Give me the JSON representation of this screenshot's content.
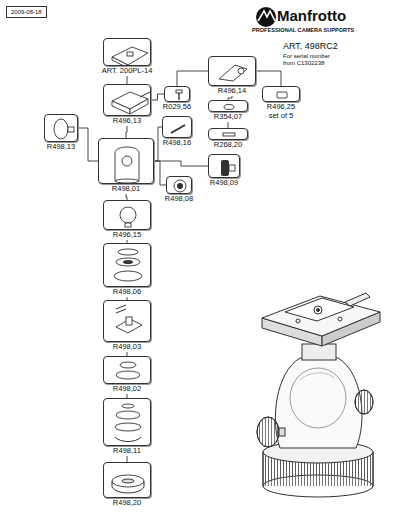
{
  "diagram": {
    "nodes": [
      {
        "text": [
          "2009-08-18"
        ]
      },
      {
        "text": [
          "ART. 200PL-14"
        ]
      },
      {
        "text": [
          "R496,13"
        ]
      },
      {
        "text": [
          "R029,56"
        ]
      },
      {
        "text": [
          "R496,14"
        ]
      },
      {
        "text": [
          "R354,07"
        ]
      },
      {
        "text": [
          "R268,20"
        ]
      },
      {
        "text": [
          "R496,25",
          "set of 5"
        ]
      },
      {
        "text": [
          "R498,16"
        ]
      },
      {
        "text": [
          "R498,13"
        ]
      },
      {
        "text": [
          "R498,01"
        ]
      },
      {
        "text": [
          "R498,09"
        ]
      },
      {
        "text": [
          "R498,08"
        ]
      },
      {
        "text": [
          "R496,15"
        ]
      },
      {
        "text": [
          "R498,06"
        ]
      },
      {
        "text": [
          "R498,03"
        ]
      },
      {
        "text": [
          "R498,02"
        ]
      },
      {
        "text": [
          "R498,11"
        ]
      },
      {
        "text": [
          "R498,20"
        ]
      }
    ],
    "edges": [
      {
        "from": 1,
        "to": 2,
        "arrow": "none"
      },
      {
        "from": 2,
        "to": 10,
        "arrow": "none"
      },
      {
        "from": 10,
        "to": 13,
        "arrow": "none"
      },
      {
        "from": 13,
        "to": 14,
        "arrow": "none"
      },
      {
        "from": 14,
        "to": 15,
        "arrow": "none"
      },
      {
        "from": 15,
        "to": 16,
        "arrow": "none"
      },
      {
        "from": 16,
        "to": 17,
        "arrow": "none"
      },
      {
        "from": 17,
        "to": 18,
        "arrow": "none"
      },
      {
        "from": 9,
        "to": 10,
        "arrow": "none"
      },
      {
        "from": 10,
        "to": 8,
        "arrow": "none"
      },
      {
        "from": 10,
        "to": 11,
        "arrow": "none"
      },
      {
        "from": 10,
        "to": 12,
        "arrow": "none"
      },
      {
        "from": 2,
        "to": 3,
        "arrow": "none"
      },
      {
        "from": 3,
        "to": 4,
        "arrow": "none"
      },
      {
        "from": 4,
        "to": 7,
        "arrow": "none"
      },
      {
        "from": 4,
        "to": 5,
        "arrow": "none"
      },
      {
        "from": 5,
        "to": 6,
        "arrow": "none"
      }
    ],
    "labels": [
      "Manfrotto",
      "PROFESSIONAL CAMERA SUPPORTS",
      "ART. 498RC2",
      "For serial number from C1302238"
    ]
  }
}
